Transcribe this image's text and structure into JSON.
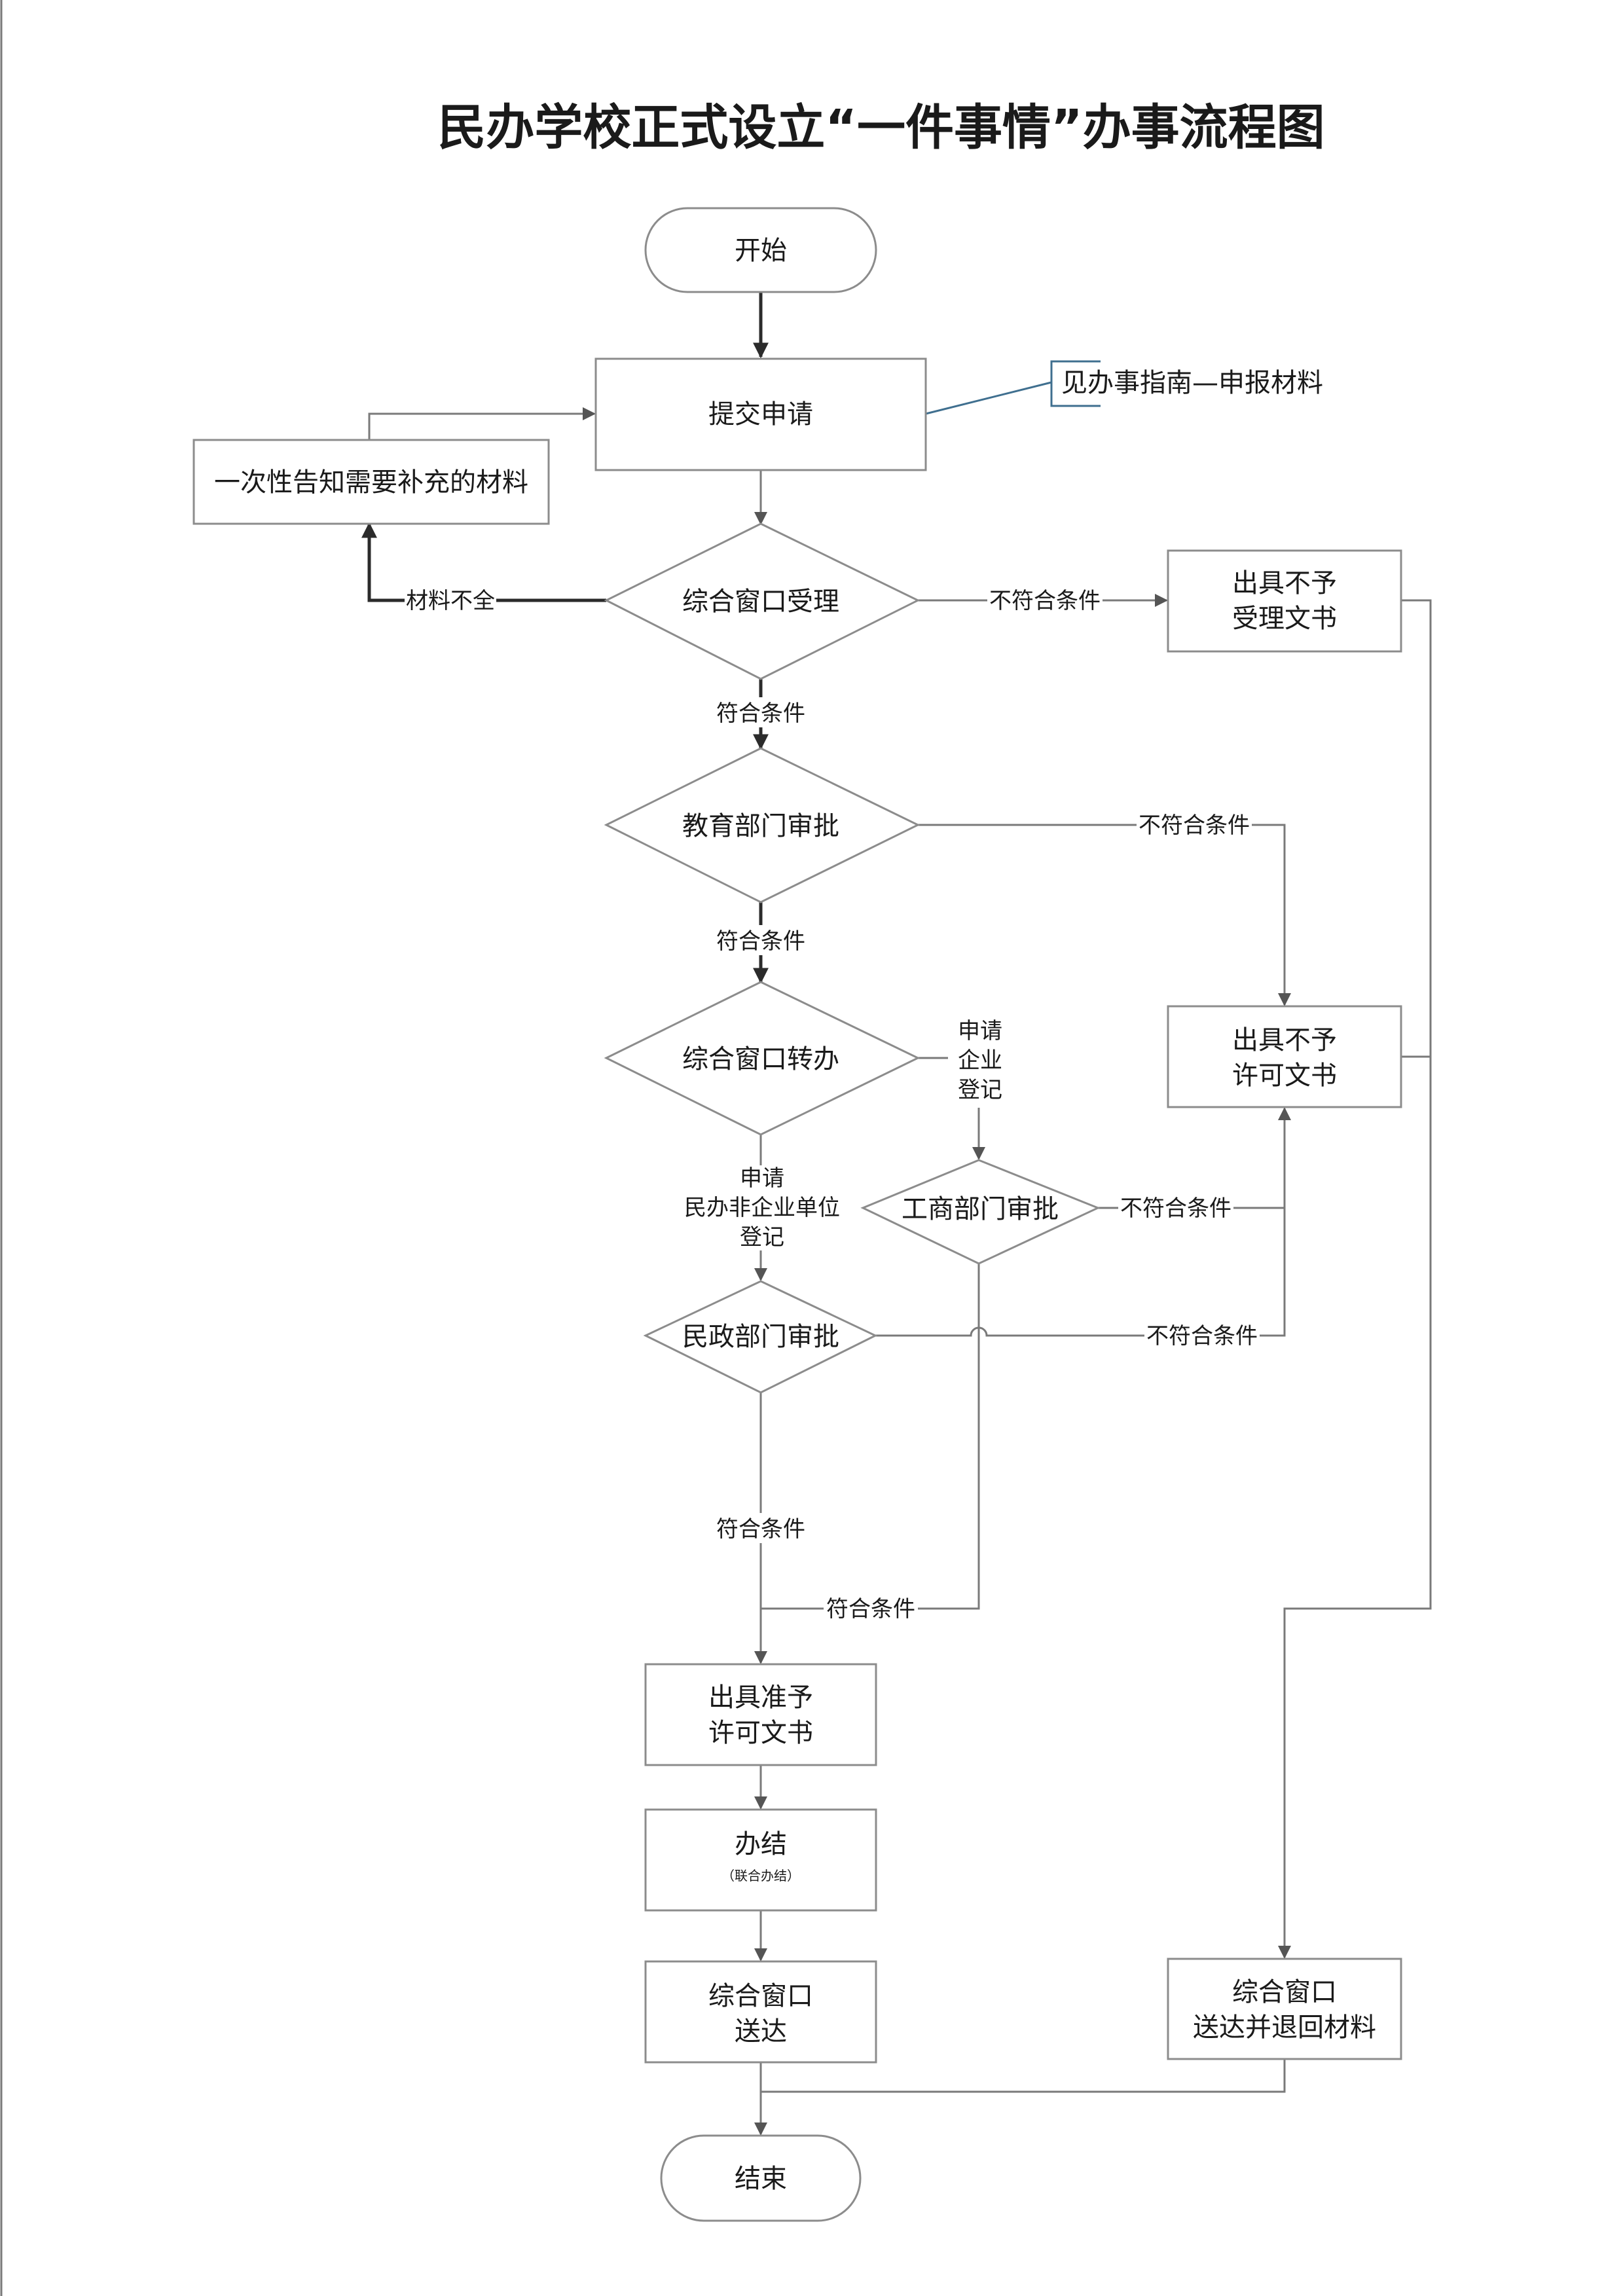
{
  "title": "民办学校正式设立“一件事情”办事流程图",
  "nodes": {
    "start": "开始",
    "submit": "提交申请",
    "note": "见办事指南—申报材料",
    "supplement": "一次性告知需要补充的材料",
    "window_accept": "综合窗口受理",
    "reject_accept": [
      "出具不予",
      "受理文书"
    ],
    "edu_approve": "教育部门审批",
    "window_transfer": "综合窗口转办",
    "reject_permit": [
      "出具不予",
      "许可文书"
    ],
    "commerce_approve": "工商部门审批",
    "civil_approve": "民政部门审批",
    "grant_permit": [
      "出具准予",
      "许可文书"
    ],
    "complete": "办结",
    "complete_sub": "（联合办结）",
    "deliver": [
      "综合窗口",
      "送达"
    ],
    "deliver_return": [
      "综合窗口",
      "送达并退回材料"
    ],
    "end": "结束"
  },
  "labels": {
    "materials_incomplete": "材料不全",
    "not_qualified": "不符合条件",
    "qualified": "符合条件",
    "apply_enterprise": [
      "申请",
      "企业",
      "登记"
    ],
    "apply_civil": [
      "申请",
      "民办非企业单位",
      "登记"
    ]
  }
}
